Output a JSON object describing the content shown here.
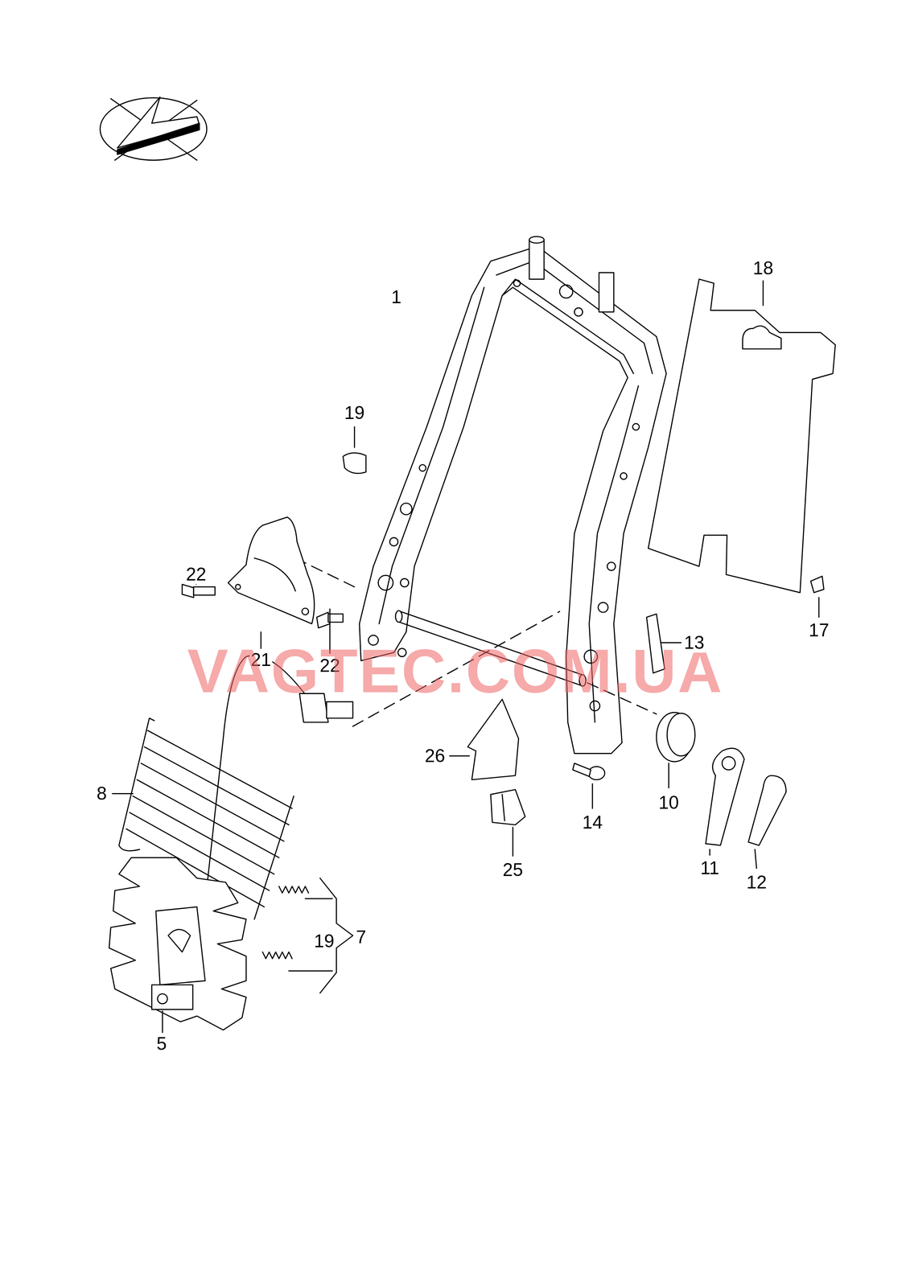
{
  "diagram": {
    "labels": [
      "18",
      "1",
      "19",
      "22",
      "21",
      "22",
      "VAGTEC.COM.UA",
      "13",
      "17",
      "26",
      "10",
      "8",
      "14",
      "25",
      "11",
      "12",
      "19",
      "7",
      "5"
    ]
  }
}
